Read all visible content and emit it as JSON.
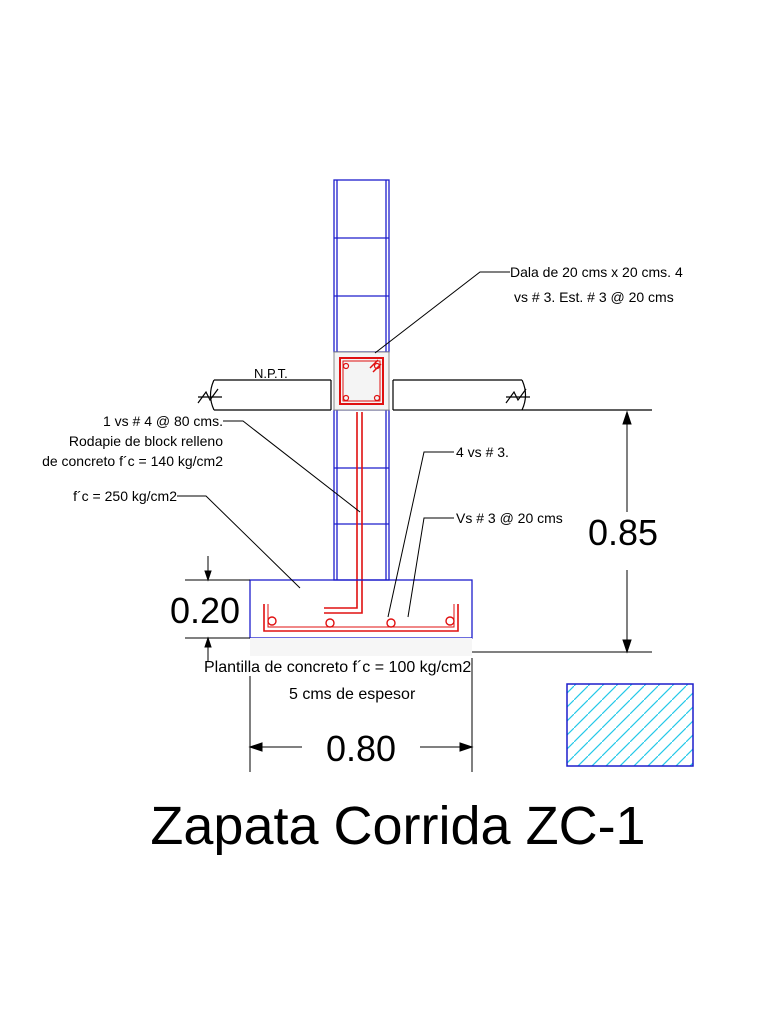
{
  "title": "Zapata Corrida  ZC-1",
  "labels": {
    "npt": "N.P.T.",
    "dala_line1": "Dala de 20 cms x 20 cms. 4",
    "dala_line2": "vs # 3. Est. # 3 @ 20 cms",
    "rod_line1": "1 vs # 4 @ 80 cms.",
    "rod_line2": "Rodapie de block relleno",
    "rod_line3": "de concreto f´c = 140 kg/cm2",
    "fc250": "f´c = 250 kg/cm2",
    "vs4x3": "4 vs # 3.",
    "vs3at20": "Vs # 3 @ 20 cms",
    "plantilla_line1": "Plantilla de concreto f´c = 100 kg/cm2",
    "plantilla_line2": "5 cms de espesor"
  },
  "dimensions": {
    "height_total": "0.85",
    "footing_thickness": "0.20",
    "footing_width": "0.80"
  },
  "colors": {
    "block_outline": "#1d1dcc",
    "rebar": "#e01010",
    "hatch": "#25c8e8",
    "line": "#000000"
  }
}
